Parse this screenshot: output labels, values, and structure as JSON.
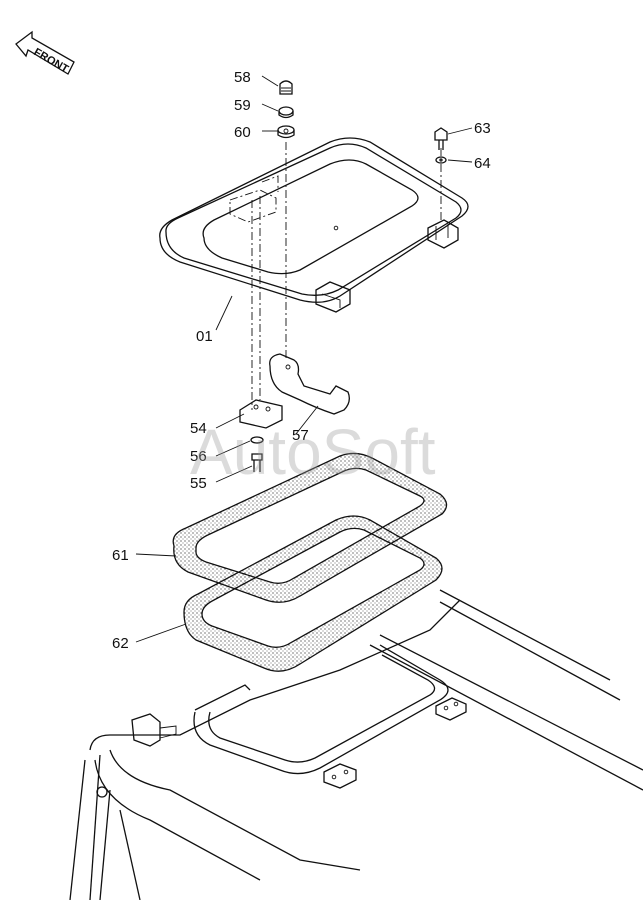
{
  "direction_arrow": {
    "label": "FRONT"
  },
  "watermark": "AutoSoft",
  "part_labels": {
    "p58": "58",
    "p59": "59",
    "p60": "60",
    "p63": "63",
    "p64": "64",
    "p01": "01",
    "p54": "54",
    "p56": "56",
    "p55": "55",
    "p57": "57",
    "p61": "61",
    "p62": "62"
  },
  "colors": {
    "line": "#111111",
    "paper": "#ffffff",
    "watermark": "#9a9a9a"
  }
}
